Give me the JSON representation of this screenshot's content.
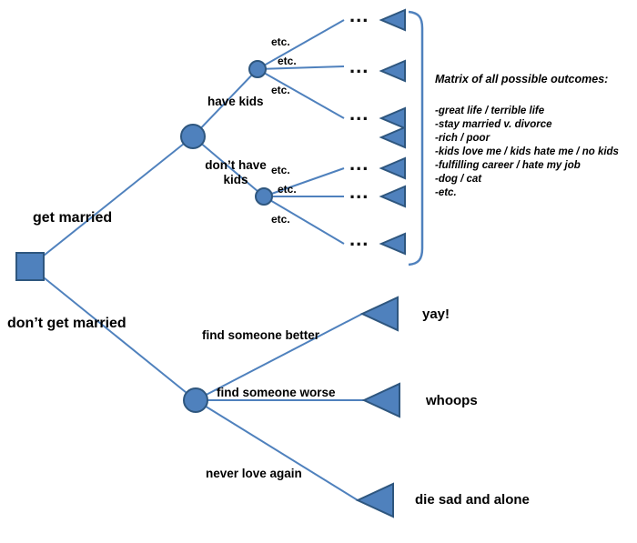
{
  "colors": {
    "node_fill": "#4f81bd",
    "node_stroke": "#2e567e",
    "edge": "#4f81bd",
    "text": "#000000"
  },
  "labels": {
    "get_married": "get married",
    "dont_get_married": "don’t get married",
    "have_kids": "have kids",
    "dont_have_kids": "don’t have kids",
    "etc": "etc.",
    "dots": "...",
    "find_someone_better": "find someone better",
    "find_someone_worse": "find someone worse",
    "never_love_again": "never love again",
    "yay": "yay!",
    "whoops": "whoops",
    "die_sad_and_alone": "die sad and alone"
  },
  "matrix_panel": {
    "title": "Matrix of all possible outcomes:",
    "items": [
      "-great life / terrible life",
      "-stay married v. divorce",
      "-rich / poor",
      "-kids love me / kids hate me / no kids",
      "-fulfilling career / hate my job",
      "-dog / cat",
      "-etc."
    ]
  }
}
